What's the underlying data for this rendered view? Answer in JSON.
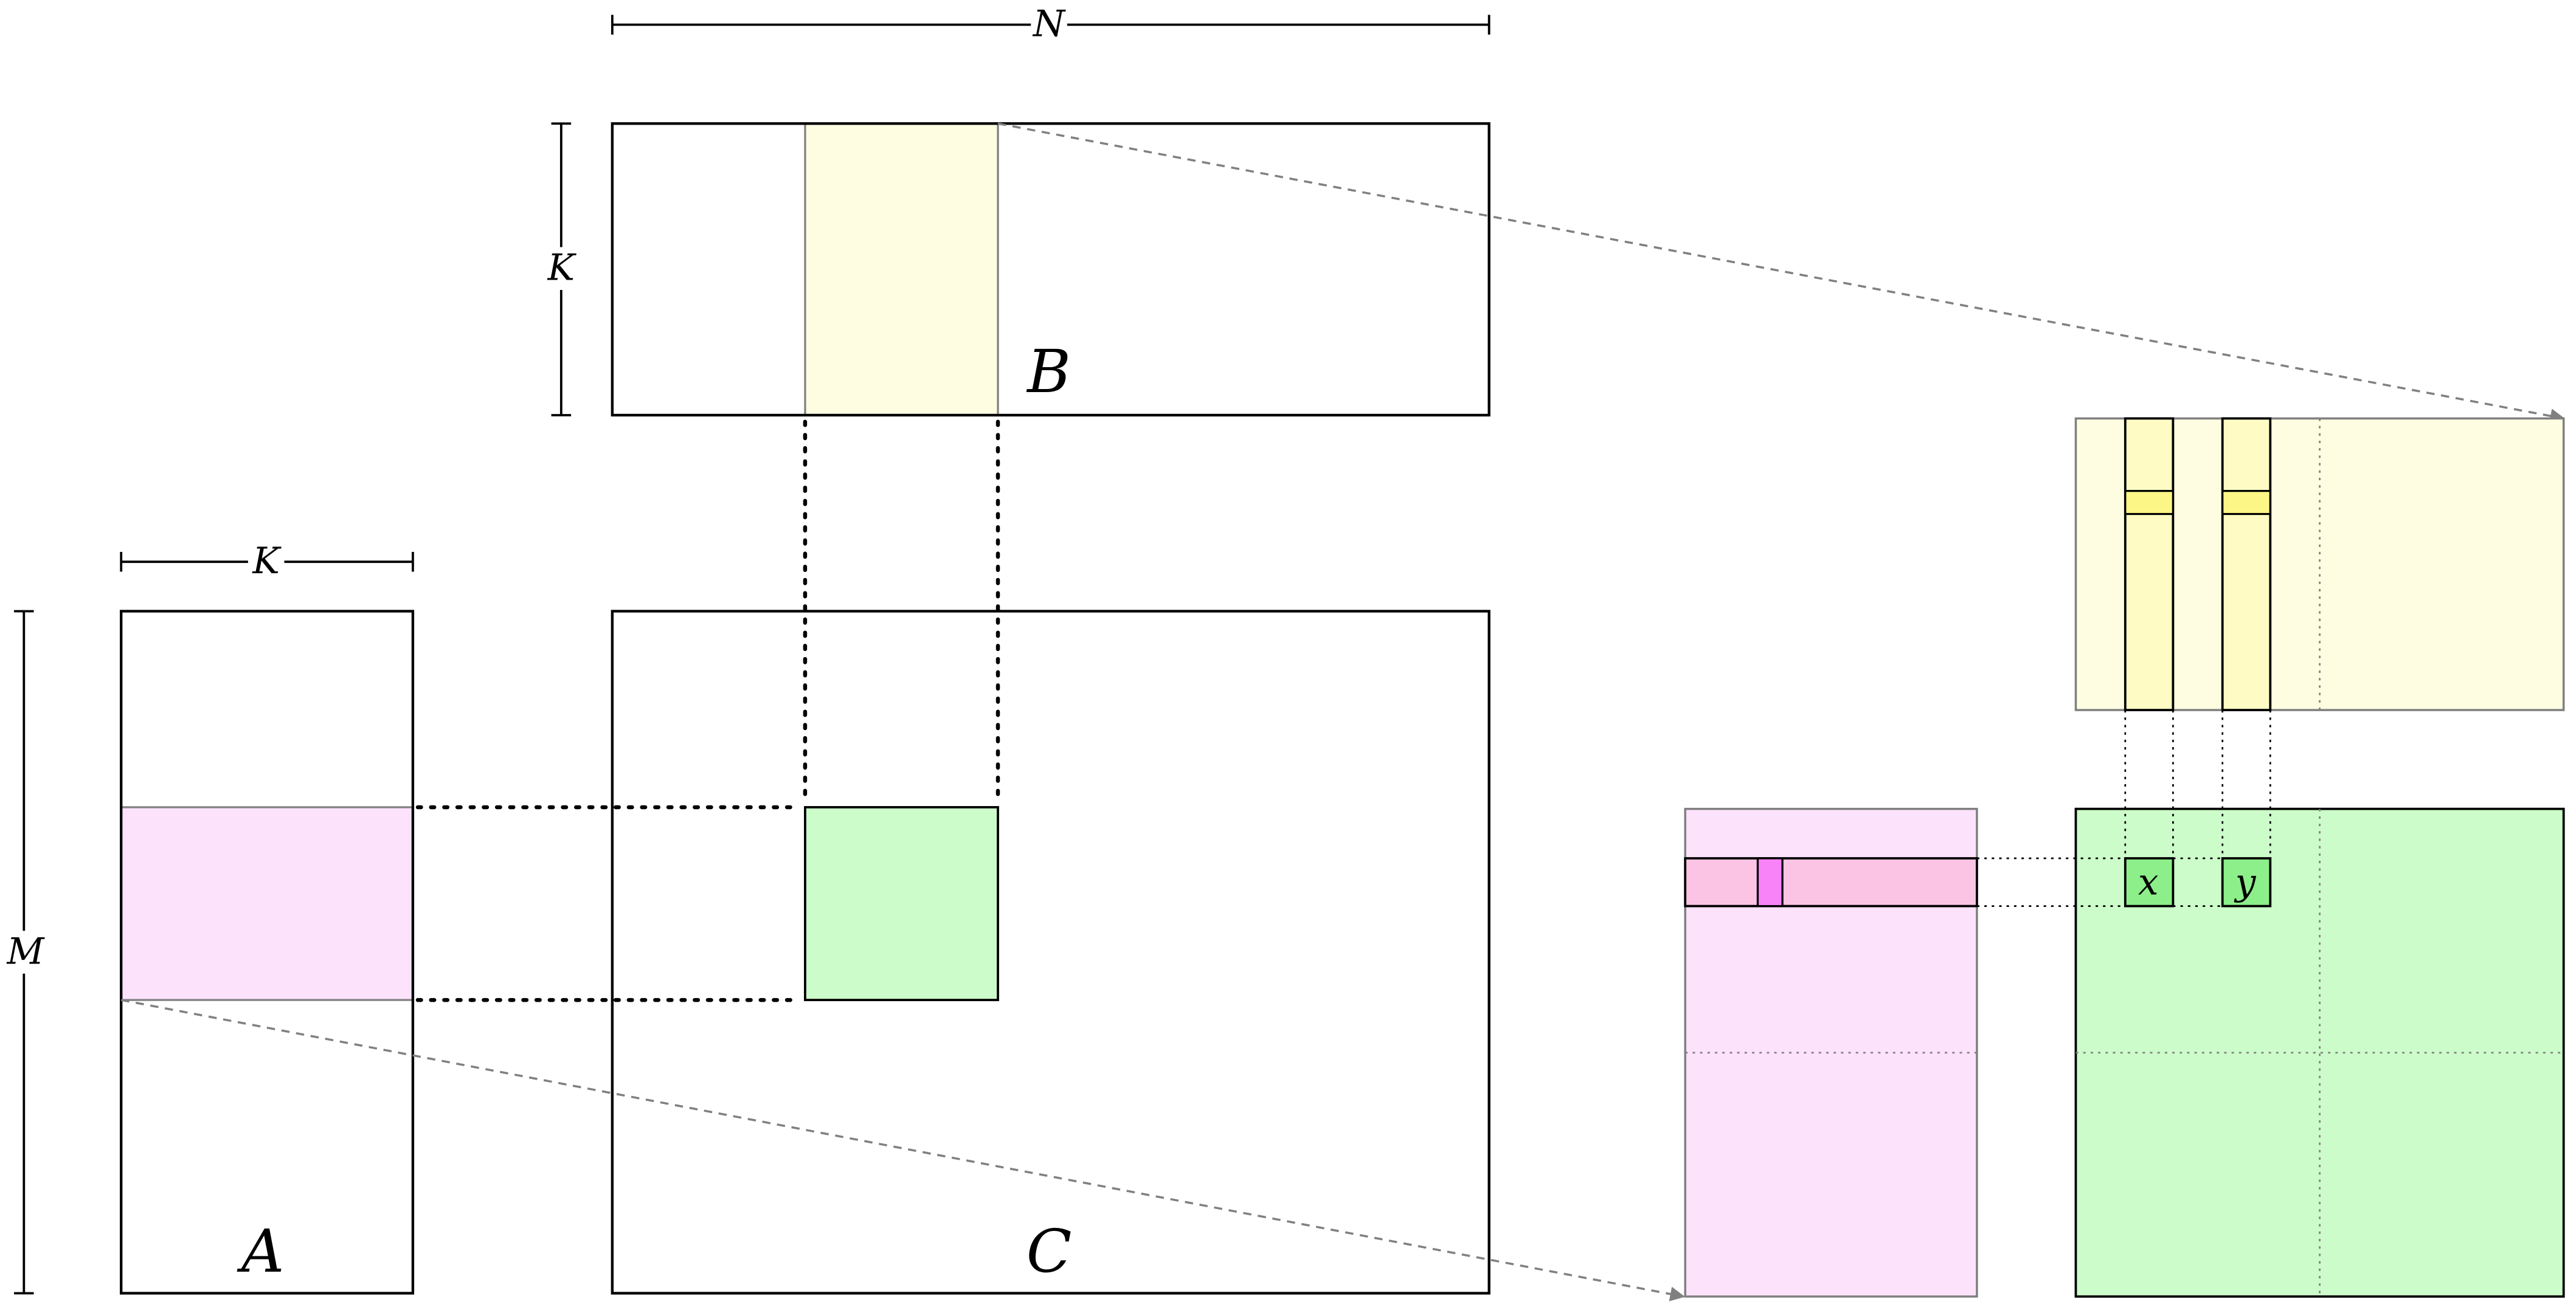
{
  "diagram": {
    "matrix_labels": {
      "a": "A",
      "b": "B",
      "c": "C"
    },
    "dimension_labels": {
      "n": "N",
      "k_top": "K",
      "k_left": "K",
      "m": "M"
    },
    "element_labels": {
      "x": "x",
      "y": "y"
    },
    "colors": {
      "a_tile": "#fde2fc",
      "a_tile_row": "#fbc4e4",
      "a_tile_element": "#f882f7",
      "b_tile": "#fefde2",
      "b_tile_column": "#fefcc4",
      "b_tile_element": "#fcf686",
      "c_tile": "#ccfcca",
      "c_tile_element": "#8def8a",
      "arrow": "#808080",
      "outline": "#000000"
    }
  }
}
